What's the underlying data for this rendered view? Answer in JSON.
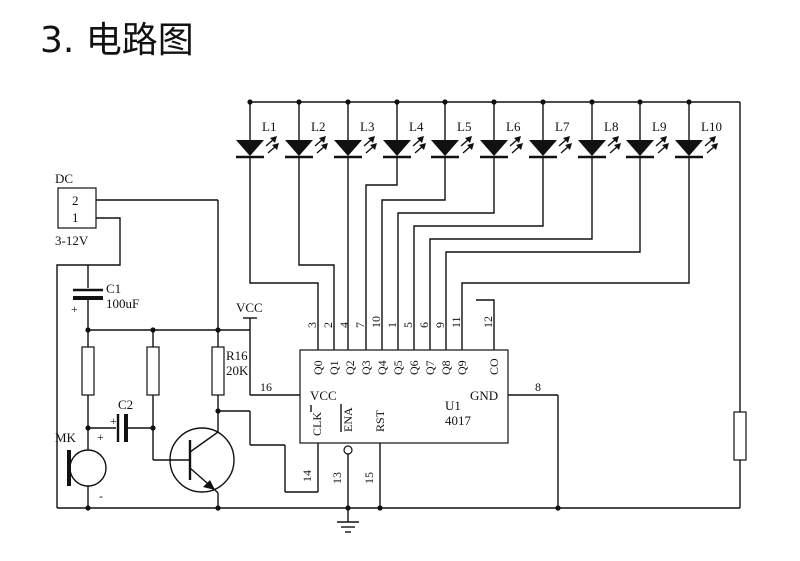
{
  "title": "3. 电路图",
  "power": {
    "name": "DC",
    "pins": [
      "2",
      "1"
    ],
    "range": "3-12V"
  },
  "capacitor_c1": {
    "name": "C1",
    "value": "100uF",
    "plus": "+"
  },
  "capacitor_c2": {
    "name": "C2",
    "plus": "+"
  },
  "resistor_r16": {
    "name": "R16",
    "value": "20K"
  },
  "microphone": {
    "name": "MK",
    "plus": "+",
    "minus": "-"
  },
  "vcc_label": "VCC",
  "ic": {
    "name": "U1",
    "part": "4017",
    "outputs": [
      "Q0",
      "Q1",
      "Q2",
      "Q3",
      "Q4",
      "Q5",
      "Q6",
      "Q7",
      "Q8",
      "Q9",
      "CO"
    ],
    "output_pins": [
      "3",
      "2",
      "4",
      "7",
      "10",
      "1",
      "5",
      "6",
      "9",
      "11",
      "12"
    ],
    "vcc": "VCC",
    "vcc_pin": "16",
    "gnd": "GND",
    "gnd_pin": "8",
    "clk": "CLK",
    "clk_pin": "14",
    "ena": "ENA",
    "ena_pin": "13",
    "rst": "RST",
    "rst_pin": "15"
  },
  "leds": [
    "L1",
    "L2",
    "L3",
    "L4",
    "L5",
    "L6",
    "L7",
    "L8",
    "L9",
    "L10"
  ]
}
